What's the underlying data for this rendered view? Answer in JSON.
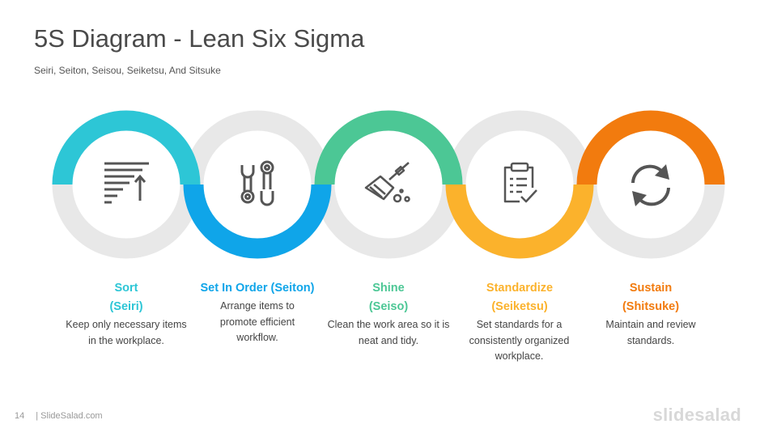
{
  "header": {
    "title": "5S Diagram - Lean Six Sigma",
    "subtitle": "Seiri, Seiton, Seisou, Seiketsu, And Sitsuke"
  },
  "steps": [
    {
      "title": "Sort",
      "subtitle": "(Seiri)",
      "description": "Keep only necessary items in the workplace.",
      "color": "#2DC6D6",
      "icon": "sort-ascending-icon",
      "half": "top"
    },
    {
      "title": "Set In Order (Seiton)",
      "subtitle": "",
      "description": "Arrange items to promote efficient workflow.",
      "color": "#0FA5E9",
      "icon": "wrench-tools-icon",
      "half": "bottom"
    },
    {
      "title": "Shine",
      "subtitle": "(Seiso)",
      "description": "Clean the work area so it is neat and tidy.",
      "color": "#4CC795",
      "icon": "broom-icon",
      "half": "top"
    },
    {
      "title": "Standardize",
      "subtitle": "(Seiketsu)",
      "description": "Set standards for a consistently organized workplace.",
      "color": "#FBB22C",
      "icon": "checklist-clipboard-icon",
      "half": "bottom"
    },
    {
      "title": "Sustain",
      "subtitle": "(Shitsuke)",
      "description": "Maintain and review standards.",
      "color": "#F27B0E",
      "icon": "refresh-cycle-icon",
      "half": "top"
    }
  ],
  "footer": {
    "page_number": "14",
    "source": "| SlideSalad.com",
    "brand": "slidesalad"
  },
  "colors": {
    "ring_gray": "#E8E8E8",
    "icon": "#555555",
    "title": "#4A4A4A"
  }
}
